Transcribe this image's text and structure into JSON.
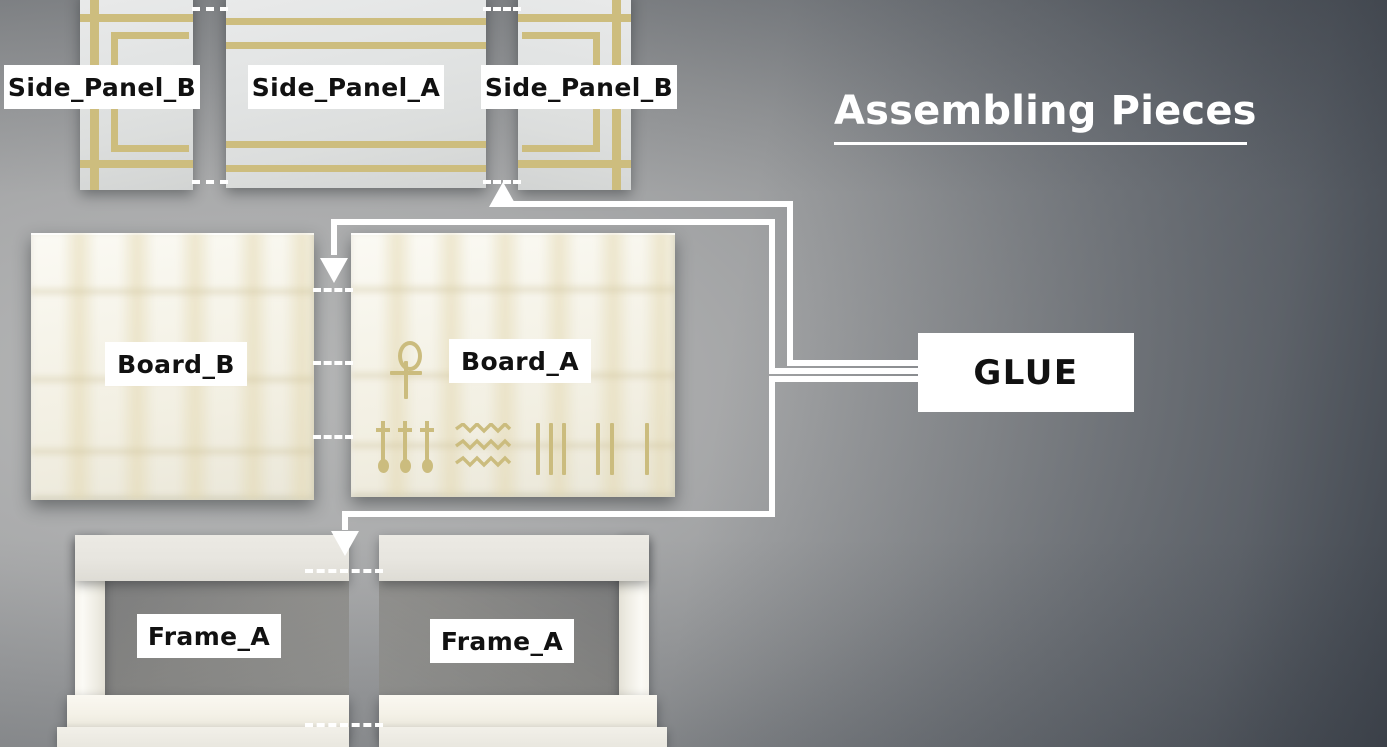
{
  "title": {
    "text": "Assembling Pieces"
  },
  "parts": {
    "side_panel_b_left": {
      "label": "Side_Panel_B"
    },
    "side_panel_a": {
      "label": "Side_Panel_A"
    },
    "side_panel_b_right": {
      "label": "Side_Panel_B"
    },
    "board_b": {
      "label": "Board_B"
    },
    "board_a": {
      "label": "Board_A"
    },
    "frame_a_left": {
      "label": "Frame_A"
    },
    "frame_a_right": {
      "label": "Frame_A"
    }
  },
  "connector": {
    "label": "GLUE"
  },
  "glyphs": {
    "ankh": "ankh-symbol",
    "ankh_row": "three-ankh-staffs",
    "water": "water-zigzag-ripples",
    "tally_three": "three-tally-strokes",
    "tally_two": "two-tally-strokes",
    "tally_one": "one-tally-stroke"
  },
  "colors": {
    "background_light": "#b7b8b8",
    "background_dark": "#3a4048",
    "gold_inlay": "#c9b978",
    "panel_white": "#e4e6e5",
    "board_cream": "#f6f4ea",
    "label_bg": "#ffffff",
    "label_text": "#111111",
    "connector_line": "#ffffff"
  }
}
